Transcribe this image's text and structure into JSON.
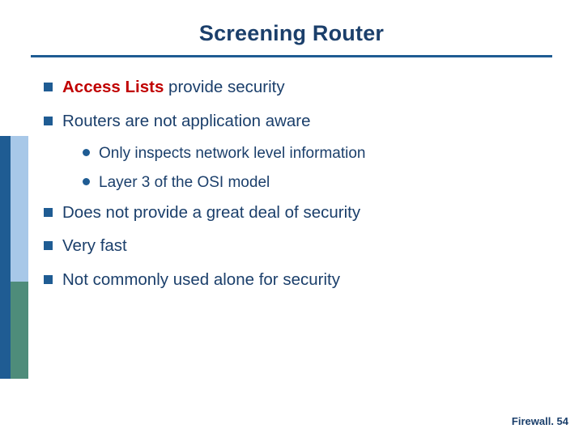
{
  "slide": {
    "title": "Screening Router",
    "footer": "Firewall. 54",
    "colors": {
      "title": "#1b3f6b",
      "rule": "#1f5c93",
      "bullet": "#1f5c93",
      "highlight": "#c00000",
      "bar_dark": "#1f5c93",
      "bar_light": "#a8c8e8",
      "bar_teal": "#4e8c7a"
    },
    "bullets": [
      {
        "level": 1,
        "marker": "square-bullet",
        "highlight": "Access Lists",
        "rest": " provide security",
        "full": "Access Lists provide security"
      },
      {
        "level": 1,
        "marker": "square-bullet",
        "highlight": "",
        "rest": "Routers are not application aware",
        "full": "Routers are not application aware"
      },
      {
        "level": 2,
        "marker": "round-bullet",
        "highlight": "",
        "rest": "Only inspects network level information",
        "full": "Only inspects network level information"
      },
      {
        "level": 2,
        "marker": "round-bullet",
        "highlight": "",
        "rest": "Layer 3 of the OSI model",
        "full": "Layer 3 of the OSI model"
      },
      {
        "level": 1,
        "marker": "square-bullet",
        "highlight": "",
        "rest": "Does not provide a great deal of security",
        "full": "Does not provide a great deal of security"
      },
      {
        "level": 1,
        "marker": "square-bullet",
        "highlight": "",
        "rest": "Very fast",
        "full": "Very fast"
      },
      {
        "level": 1,
        "marker": "square-bullet",
        "highlight": "",
        "rest": "Not commonly used alone for security",
        "full": "Not commonly used alone for security"
      }
    ]
  }
}
